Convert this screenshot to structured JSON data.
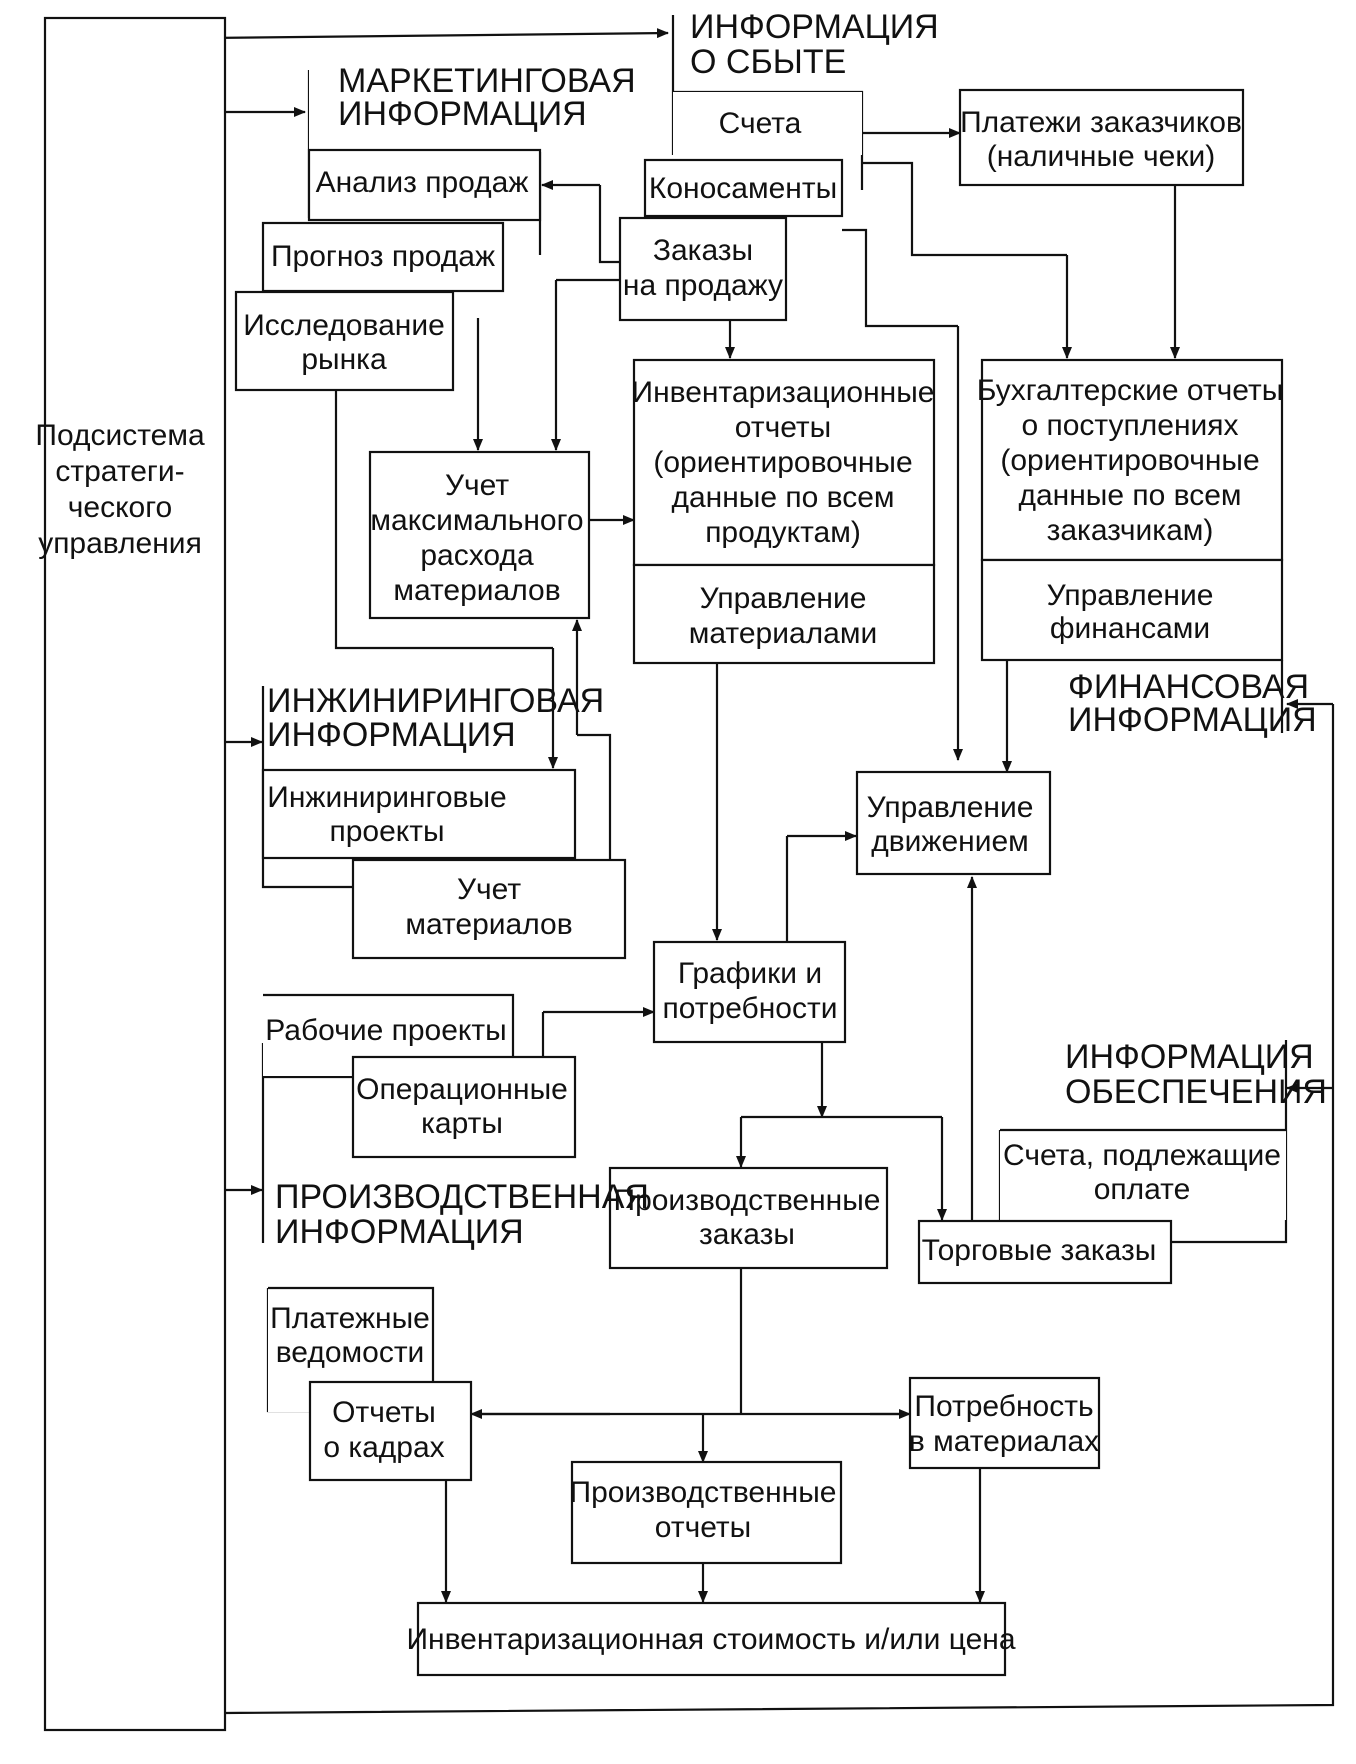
{
  "blocks": {
    "strategic": [
      "Подсистема",
      "стратеги-",
      "ческого",
      "управления"
    ],
    "sales_info": [
      "ИНФОРМАЦИЯ",
      "О СБЫТЕ"
    ],
    "marketing_info": [
      "МАРКЕТИНГОВАЯ",
      "ИНФОРМАЦИЯ"
    ],
    "engineering_info": [
      "ИНЖИНИРИНГОВАЯ",
      "ИНФОРМАЦИЯ"
    ],
    "production_info": [
      "ПРОИЗВОДСТВЕННАЯ",
      "ИНФОРМАЦИЯ"
    ],
    "financial_info": [
      "ФИНАНСОВАЯ",
      "ИНФОРМАЦИЯ"
    ],
    "supply_info": [
      "ИНФОРМАЦИЯ",
      "ОБЕСПЕЧЕНИЯ"
    ],
    "invoices": [
      "Счета"
    ],
    "bills_of_lading": [
      "Коносаменты"
    ],
    "sales_orders": [
      "Заказы",
      "на продажу"
    ],
    "customer_payments": [
      "Платежи заказчиков",
      "(наличные чеки)"
    ],
    "sales_analysis": [
      "Анализ продаж"
    ],
    "sales_forecast": [
      "Прогноз продаж"
    ],
    "market_research": [
      "Исследование",
      "рынка"
    ],
    "max_material_use": [
      "Учет",
      "максимального",
      "расхода",
      "материалов"
    ],
    "inventory_reports": [
      "Инвентаризационные",
      "отчеты",
      "(ориентировочные",
      "данные по всем",
      "продуктам)"
    ],
    "materials_management": [
      "Управление",
      "материалами"
    ],
    "receipts_reports": [
      "Бухгалтерские отчеты",
      "о поступлениях",
      "(ориентировочные",
      "данные по всем",
      "заказчикам)"
    ],
    "finance_management": [
      "Управление",
      "финансами"
    ],
    "engineering_projects": [
      "Инжиниринговые",
      "проекты"
    ],
    "materials_accounting": [
      "Учет",
      "материалов"
    ],
    "movement_management": [
      "Управление",
      "движением"
    ],
    "schedules_needs": [
      "Графики и",
      "потребности"
    ],
    "work_projects": [
      "Рабочие проекты"
    ],
    "operation_cards": [
      "Операционные",
      "карты"
    ],
    "production_orders": [
      "Производственные",
      "заказы"
    ],
    "payables": [
      "Счета, подлежащие",
      "оплате"
    ],
    "trade_orders": [
      "Торговые заказы"
    ],
    "payroll": [
      "Платежные",
      "ведомости"
    ],
    "personnel_reports": [
      "Отчеты",
      "о кадрах"
    ],
    "material_needs": [
      "Потребность",
      "в материалах"
    ],
    "production_reports": [
      "Производственные",
      "отчеты"
    ],
    "inventory_value": [
      "Инвентаризационная стоимость и/или цена"
    ]
  }
}
